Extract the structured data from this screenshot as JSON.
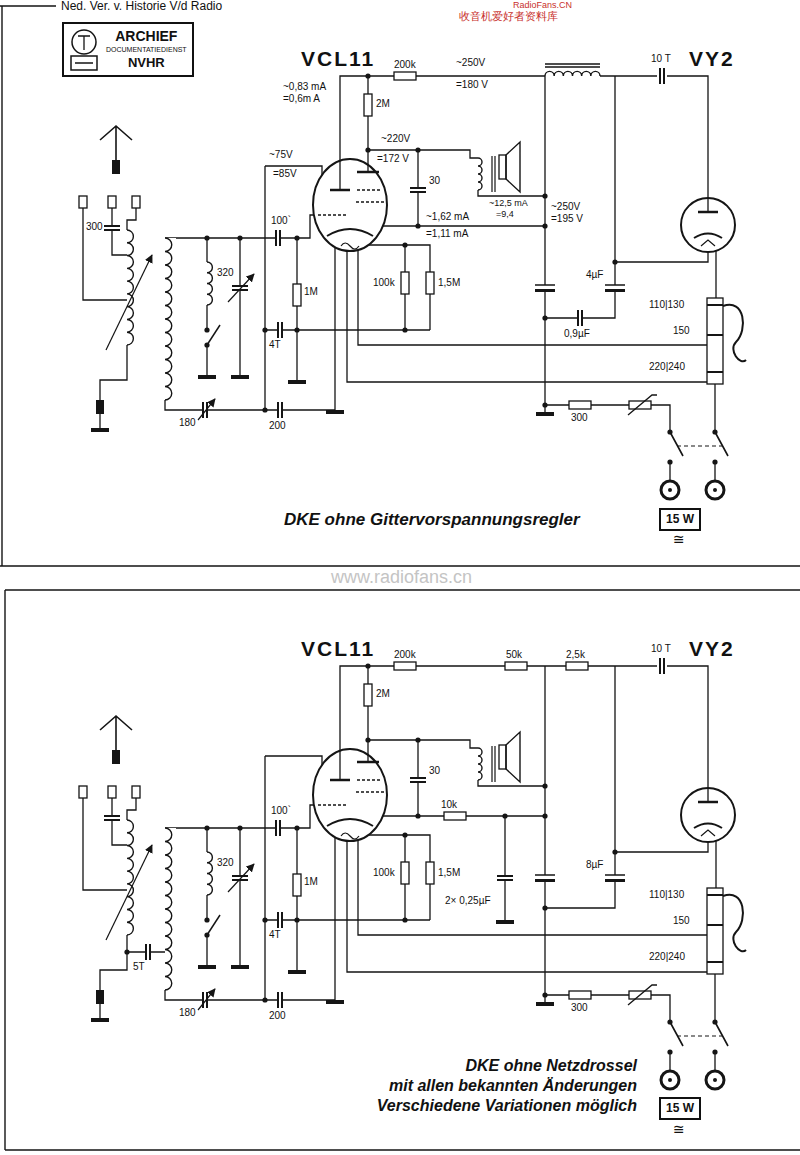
{
  "diagram": {
    "nodes": [
      {
        "text": [
          "ARCHIEF",
          "DOCUMENTATIEDIENST",
          "NVHR"
        ]
      },
      {
        "text": [
          "15 W"
        ]
      },
      {
        "text": [
          "15 W"
        ]
      }
    ],
    "labels": [
      "Ned. Ver. v. Historie V/d Radio",
      "RadioFans.CN",
      "收音机爱好者资料库",
      "VCL11",
      "VY2",
      "~0,83 mA",
      "=0,6m A",
      "200k",
      "~250V",
      "=180 V",
      "10 T",
      "2M",
      "~220V",
      "=172 V",
      "~75V",
      "=85V",
      "30",
      "~12,5 mA",
      "=9,4",
      "~1,62 mA",
      "=1,11 mA",
      "~250V",
      "=195 V",
      "300",
      "320",
      "100`",
      "1M",
      "100k",
      "1,5M",
      "4µF",
      "0,9µF",
      "110|130",
      "150",
      "220|240",
      "4T",
      "180",
      "200",
      "300",
      "DKE ohne Gittervorspannungsregler",
      "≅",
      "www.radiofans.cn",
      "VCL11",
      "VY2",
      "200k",
      "50k",
      "2,5k",
      "10 T",
      "2M",
      "30",
      "10k",
      "100`",
      "320",
      "1M",
      "4T",
      "100k",
      "1,5M",
      "2× 0,25µF",
      "8µF",
      "110|130",
      "150",
      "220|240",
      "5T",
      "180",
      "200",
      "300",
      "DKE ohne Netzdrossel",
      "mit allen bekannten Änderungen",
      "Verschiedene Variationen möglich",
      "≅"
    ]
  }
}
